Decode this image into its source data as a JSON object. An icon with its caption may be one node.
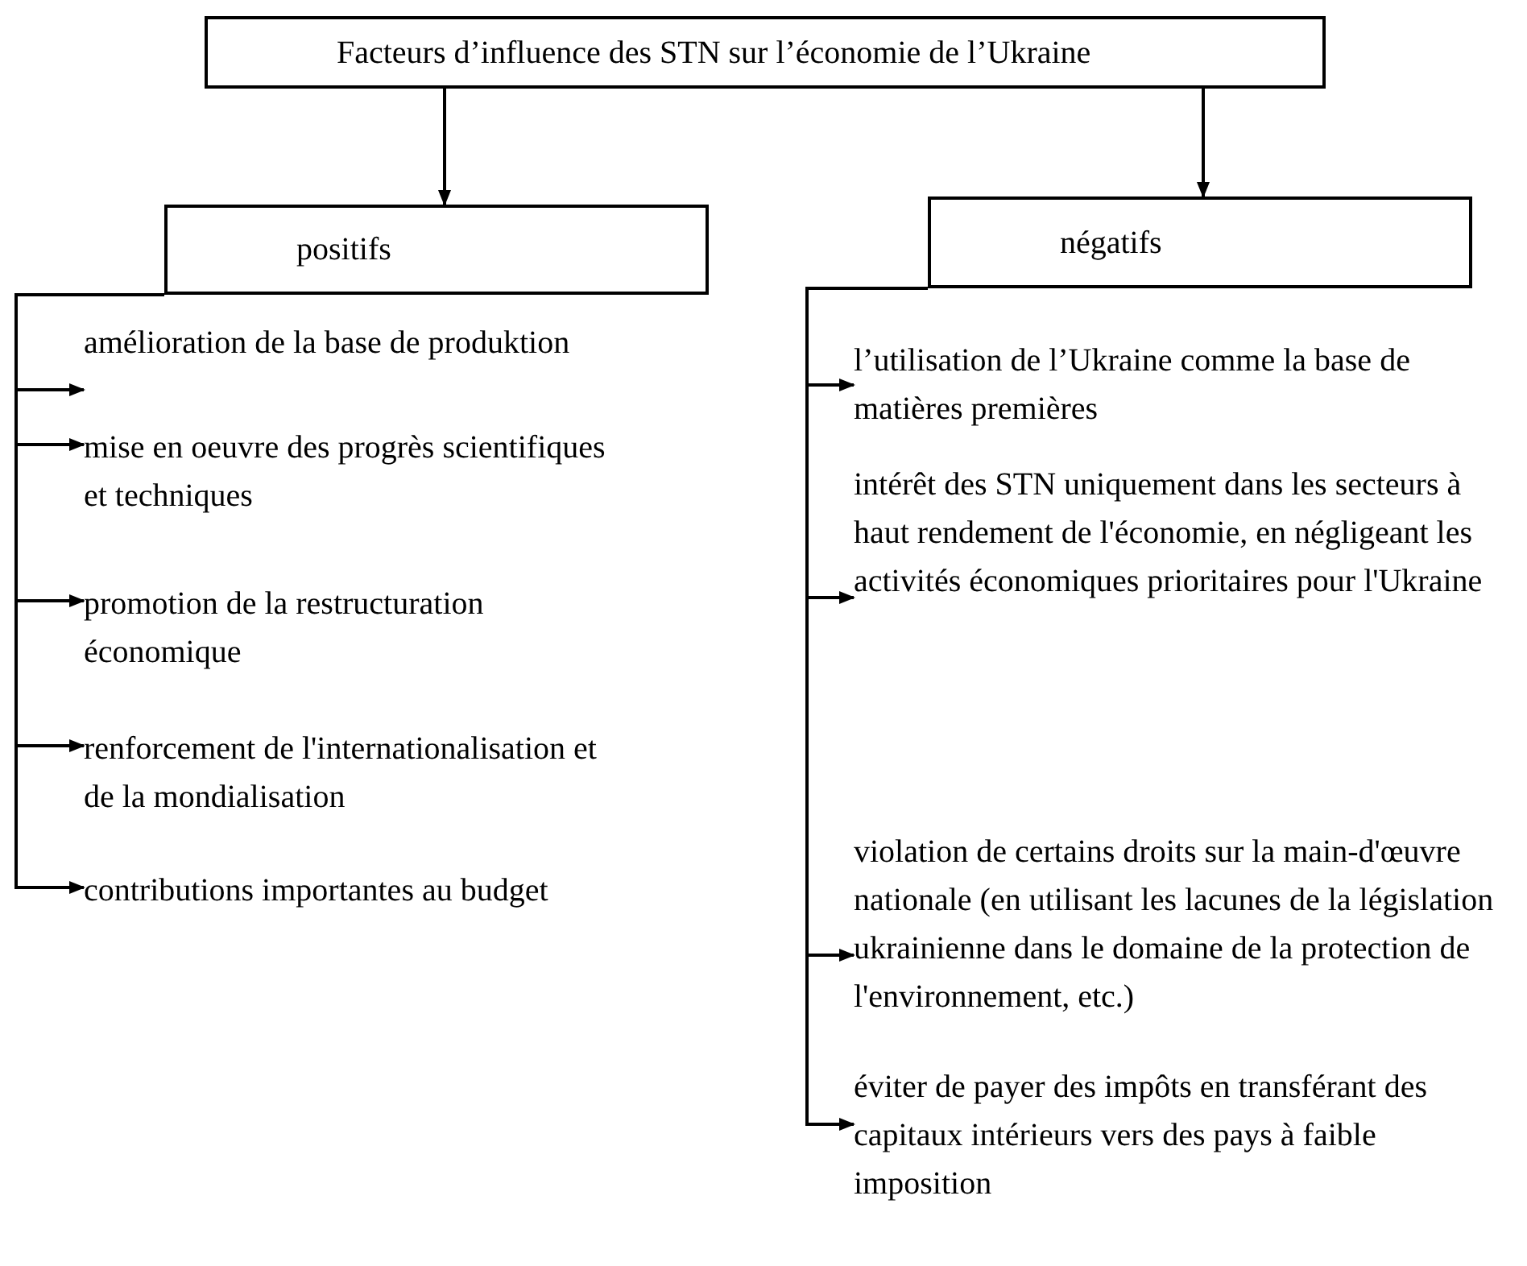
{
  "diagram": {
    "nodes": [
      {
        "text": [
          "Facteurs d’influence des STN sur l’économie de l’Ukraine"
        ]
      },
      {
        "text": [
          "positifs"
        ]
      },
      {
        "text": [
          "négatifs"
        ]
      },
      {
        "text": [
          "amélioration de la base de produktion"
        ]
      },
      {
        "text": [
          "mise en oeuvre des progrès scientifiques et techniques"
        ]
      },
      {
        "text": [
          "promotion de la restructuration économique"
        ]
      },
      {
        "text": [
          "renforcement de l'internationalisation et de la mondialisation"
        ]
      },
      {
        "text": [
          "contributions importantes au budget"
        ]
      },
      {
        "text": [
          "l’utilisation de l’Ukraine comme la base de matières premières"
        ]
      },
      {
        "text": [
          "intérêt des STN uniquement dans les secteurs à haut rendement de l'économie, en négligeant les activités économiques prioritaires pour l'Ukraine"
        ]
      },
      {
        "text": [
          "violation de certains droits sur la main-d'œuvre nationale (en utilisant les lacunes de la législation ukrainienne dans le domaine de la protection de l'environnement, etc.)"
        ]
      },
      {
        "text": [
          "éviter de payer des impôts en transférant des capitaux intérieurs vers des pays à faible imposition"
        ]
      }
    ],
    "edges": [
      {
        "from": 0,
        "to": 1,
        "arrow": "to"
      },
      {
        "from": 0,
        "to": 2,
        "arrow": "to"
      },
      {
        "from": 1,
        "to": 3,
        "arrow": "to"
      },
      {
        "from": 1,
        "to": 4,
        "arrow": "to"
      },
      {
        "from": 1,
        "to": 5,
        "arrow": "to"
      },
      {
        "from": 1,
        "to": 6,
        "arrow": "to"
      },
      {
        "from": 1,
        "to": 7,
        "arrow": "to"
      },
      {
        "from": 2,
        "to": 8,
        "arrow": "to"
      },
      {
        "from": 2,
        "to": 9,
        "arrow": "to"
      },
      {
        "from": 2,
        "to": 10,
        "arrow": "to"
      },
      {
        "from": 2,
        "to": 11,
        "arrow": "to"
      }
    ]
  }
}
